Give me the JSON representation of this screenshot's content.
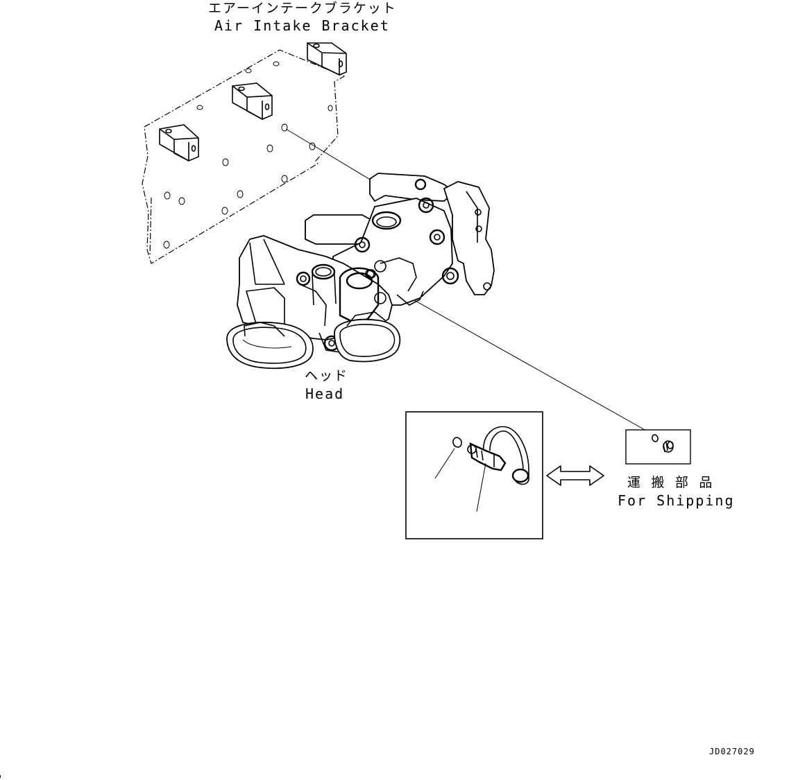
{
  "labels": {
    "air_intake_bracket_jp": "エアーインテークブラケット",
    "air_intake_bracket_en": "Air Intake Bracket",
    "head_jp": "ヘッド",
    "head_en": "Head",
    "for_shipping_jp": "運 搬 部 品",
    "for_shipping_en": "For Shipping",
    "drawing_number": "JD027029"
  },
  "icons": {
    "exchange_arrow": "double-headed-arrow-icon"
  },
  "colors": {
    "line": "#000000",
    "background": "#ffffff"
  }
}
